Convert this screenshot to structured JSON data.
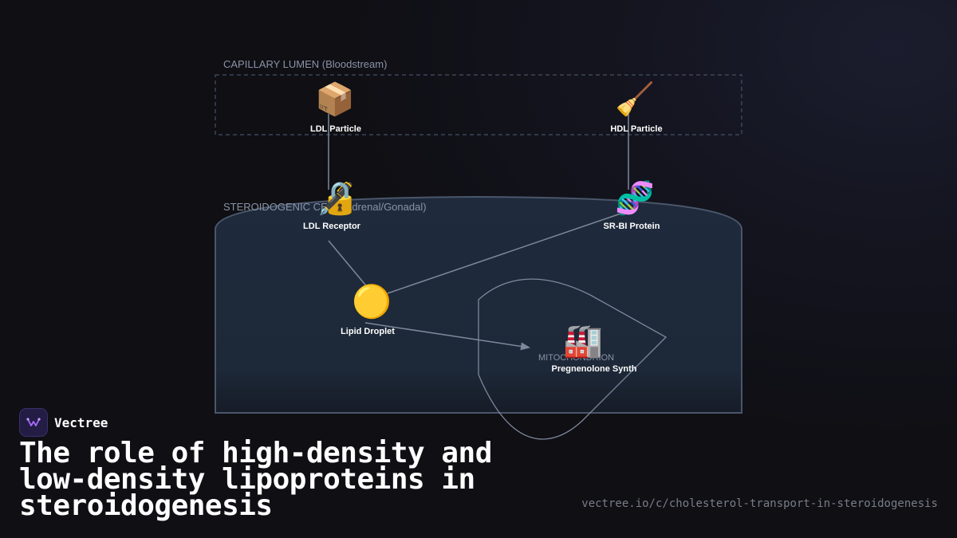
{
  "diagram": {
    "regions": {
      "capillary": "CAPILLARY LUMEN (Bloodstream)",
      "cell": "STEROIDOGENIC CELL (Adrenal/Gonadal)",
      "mitochondrion": "MITOCHONDRION"
    },
    "nodes": {
      "ldl_particle": {
        "label": "LDL Particle",
        "icon": "package-icon",
        "glyph": "📦"
      },
      "hdl_particle": {
        "label": "HDL Particle",
        "icon": "broom-icon",
        "glyph": "🧹"
      },
      "ldl_receptor": {
        "label": "LDL Receptor",
        "icon": "lock-icon",
        "glyph": "🔏"
      },
      "srbi_protein": {
        "label": "SR-BI Protein",
        "icon": "dna-icon",
        "glyph": "🧬"
      },
      "lipid_droplet": {
        "label": "Lipid Droplet",
        "icon": "yellow-circle-icon",
        "glyph": "🟡"
      },
      "pregnenolone": {
        "label": "Pregnenolone Synth",
        "icon": "factory-icon",
        "glyph": "🏭"
      }
    }
  },
  "brand": {
    "name": "Vectree"
  },
  "title": "The role of high-density and low-density lipoproteins in steroidogenesis",
  "url": "vectree.io/c/cholesterol-transport-in-steroidogenesis",
  "colors": {
    "cell_fill": "#1e2a3c",
    "cell_stroke": "#4a566a",
    "edge": "#7d889b",
    "capillary_border": "#3a4658"
  }
}
